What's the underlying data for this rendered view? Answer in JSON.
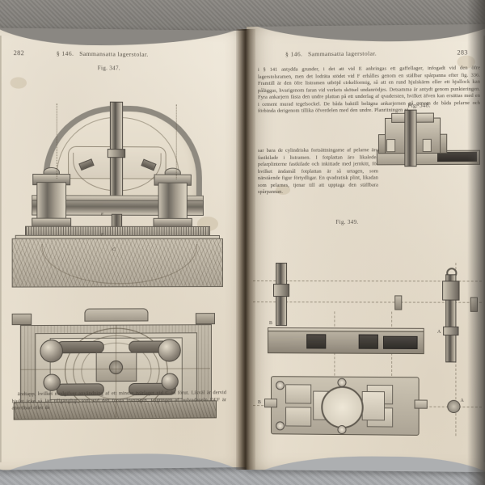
{
  "document": {
    "type": "open-book-photograph",
    "language": "Swedish",
    "section": "§ 146.",
    "section_title": "Sammansatta lagerstolar."
  },
  "left_page": {
    "page_number": "282",
    "header_section": "§ 146.",
    "header_title": "Sammansatta lagerstolar.",
    "figure_caption": "Fig. 347.",
    "figure_labels": [
      "E",
      "F",
      "C"
    ],
    "footer_text": "ändtapp, hvilket medgifver användning af ett mindre tvärlager vid C än förut. Likväl är dervid hjulet icke så lätt tillgängligt, som vid den första lösningen. Lagringen af hufvudaxeln DEF är anordnad efter de",
    "footer_italic": "DEF"
  },
  "right_page": {
    "page_number": "283",
    "header_section": "§ 146.",
    "header_title": "Sammansatta lagerstolar.",
    "paragraph_1": "i § 141 antydda grunder, i det att vid E anbringas ett gaffellager, infogadt vid den öfre lagerstolsramen, men det lodräta stödet vid F erhålles genom en ställbar spårpanna efter fig. 336. Framtill är den öfre listramen utböjd cirkelformig, så att en rund hjulskärm eller ett hjullock kan påläggas, hvarigenom faran vid verkets skötsel undanrödjes. Detsamma är antydt genom punkteringen. Fyra ankarjern fästa den undre plattan på ett underlag af qvadersten, hvilket äfven kan ersättas med en i cement murad tegelsockel. De båda baktill belägna ankarjernen gå genom de båda pelarne och förbinda derigenom tillika öfverdelen med den undre. Planritningen vi-",
    "paragraph_2": "sar bara de cylindriska fortsättningarne af pelarne äro fastkilade i listramen. I fotplattan äro likaledes pelarplinterne fastkilade och inkittade med jernkitt, för hvilket ändamål fotplattan är så urtagen, som närstående figur förtydligar. En qvadratisk plint, likadan som pelarnes, tjenar till att upptaga den ställbara spårpannan.",
    "figure_captions": [
      "Fig. 348.",
      "Fig. 349."
    ],
    "figure_labels": [
      "B",
      "A",
      "B",
      "A"
    ],
    "italic_terms": [
      "E",
      "F"
    ],
    "figure_reference": "fig. 336",
    "section_reference": "§ 141"
  },
  "colors": {
    "paper": "#efe8da",
    "ink": "#4c463d",
    "gutter_shadow": "#28201480",
    "surface_top": "#8a8782",
    "surface_bottom": "#adafb1",
    "engraving_dark": "#55504a",
    "engraving_light": "#cdc5b4"
  }
}
